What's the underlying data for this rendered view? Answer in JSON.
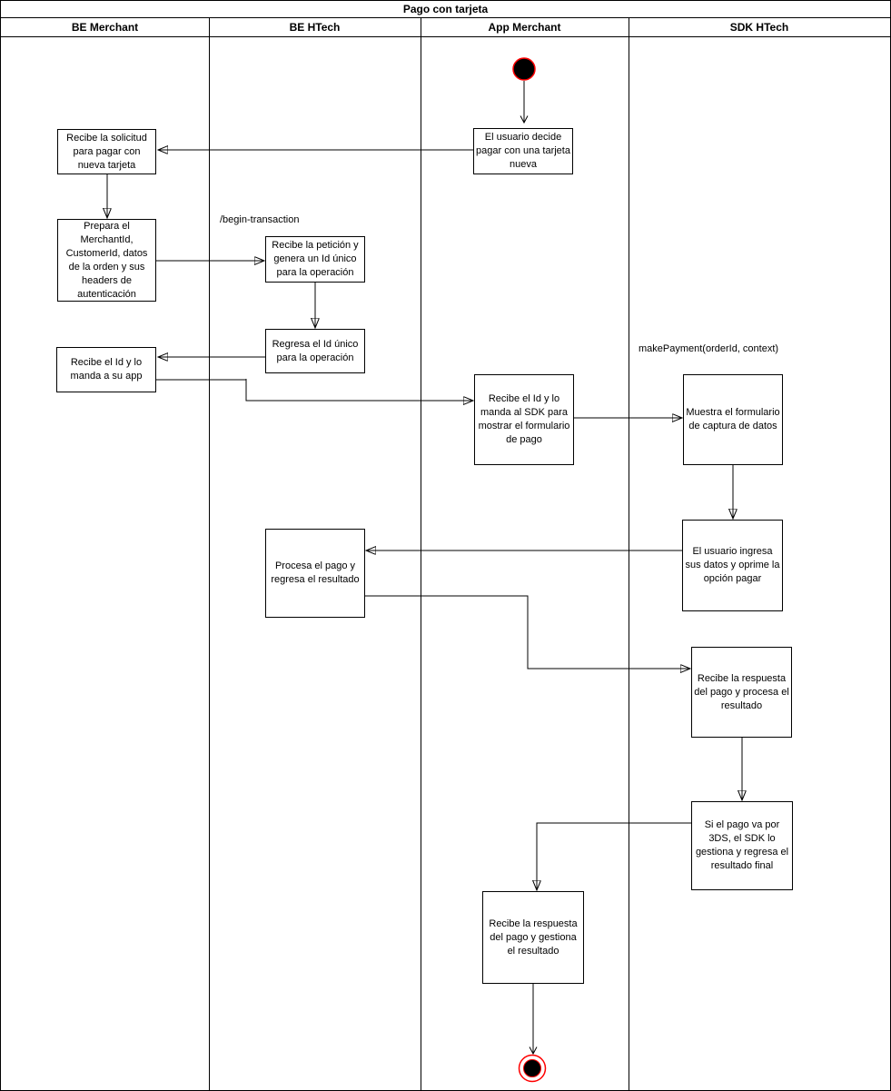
{
  "diagram": {
    "title": "Pago con tarjeta",
    "lanes": [
      {
        "label": "BE Merchant"
      },
      {
        "label": "BE HTech"
      },
      {
        "label": "App Merchant"
      },
      {
        "label": "SDK HTech"
      }
    ],
    "nodes": {
      "usuario_decide": {
        "label": "El usuario decide pagar con una tarjeta nueva"
      },
      "recibe_solicitud": {
        "label": "Recibe la solicitud para pagar con nueva tarjeta"
      },
      "prepara_datos": {
        "label": "Prepara el MerchantId, CustomerId, datos de la orden y sus headers de autenticación"
      },
      "recibe_peticion": {
        "label": "Recibe la petición y genera un Id único para la operación"
      },
      "regresa_id": {
        "label": "Regresa el Id único para la operación"
      },
      "recibe_id_app": {
        "label": "Recibe el Id y lo manda a su app"
      },
      "recibe_id_sdk": {
        "label": "Recibe el Id y lo manda al SDK para mostrar el formulario de pago"
      },
      "muestra_formulario": {
        "label": "Muestra el formulario de captura de datos"
      },
      "usuario_ingresa": {
        "label": "El usuario ingresa sus datos y oprime la opción pagar"
      },
      "procesa_pago": {
        "label": "Procesa el pago y regresa el resultado"
      },
      "recibe_respuesta_procesa": {
        "label": "Recibe la respuesta del pago y procesa el resultado"
      },
      "pago_3ds": {
        "label": "Si el pago va por 3DS, el SDK lo gestiona y regresa el resultado final"
      },
      "recibe_respuesta_gestiona": {
        "label": "Recibe la respuesta del pago y gestiona el resultado"
      }
    },
    "edge_labels": {
      "begin_transaction": "/begin-transaction",
      "make_payment": "makePayment(orderId, context)"
    },
    "colors": {
      "line": "#000000",
      "accent_red": "#ff0000",
      "connector_gray": "#808080",
      "background": "#ffffff"
    }
  }
}
